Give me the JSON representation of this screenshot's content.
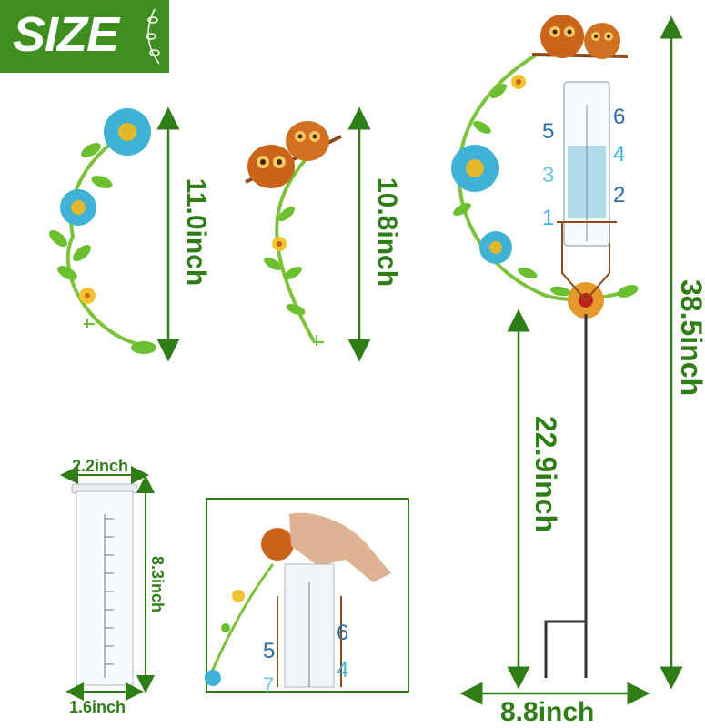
{
  "banner": {
    "title": "SIZE"
  },
  "dimensions": {
    "arc_flower_height": "11.0inch",
    "arc_owl_height": "10.8inch",
    "total_height": "38.5inch",
    "stake_height": "22.9inch",
    "total_width": "8.8inch",
    "tube_top_width": "2.2inch",
    "tube_height": "8.3inch",
    "tube_bottom_width": "1.6inch"
  },
  "gauge_numbers": {
    "left": [
      "5",
      "3",
      "1"
    ],
    "right": [
      "6",
      "4",
      "2"
    ]
  },
  "inset_numbers": {
    "left": [
      "5",
      "7"
    ],
    "right": [
      "6",
      "4"
    ]
  },
  "colors": {
    "accent_green": "#2f7d16",
    "banner_green": "#3e8f1f",
    "owl_orange": "#c9641a",
    "flower_blue": "#3fb2d6",
    "leaf_green": "#6cbf2f"
  }
}
